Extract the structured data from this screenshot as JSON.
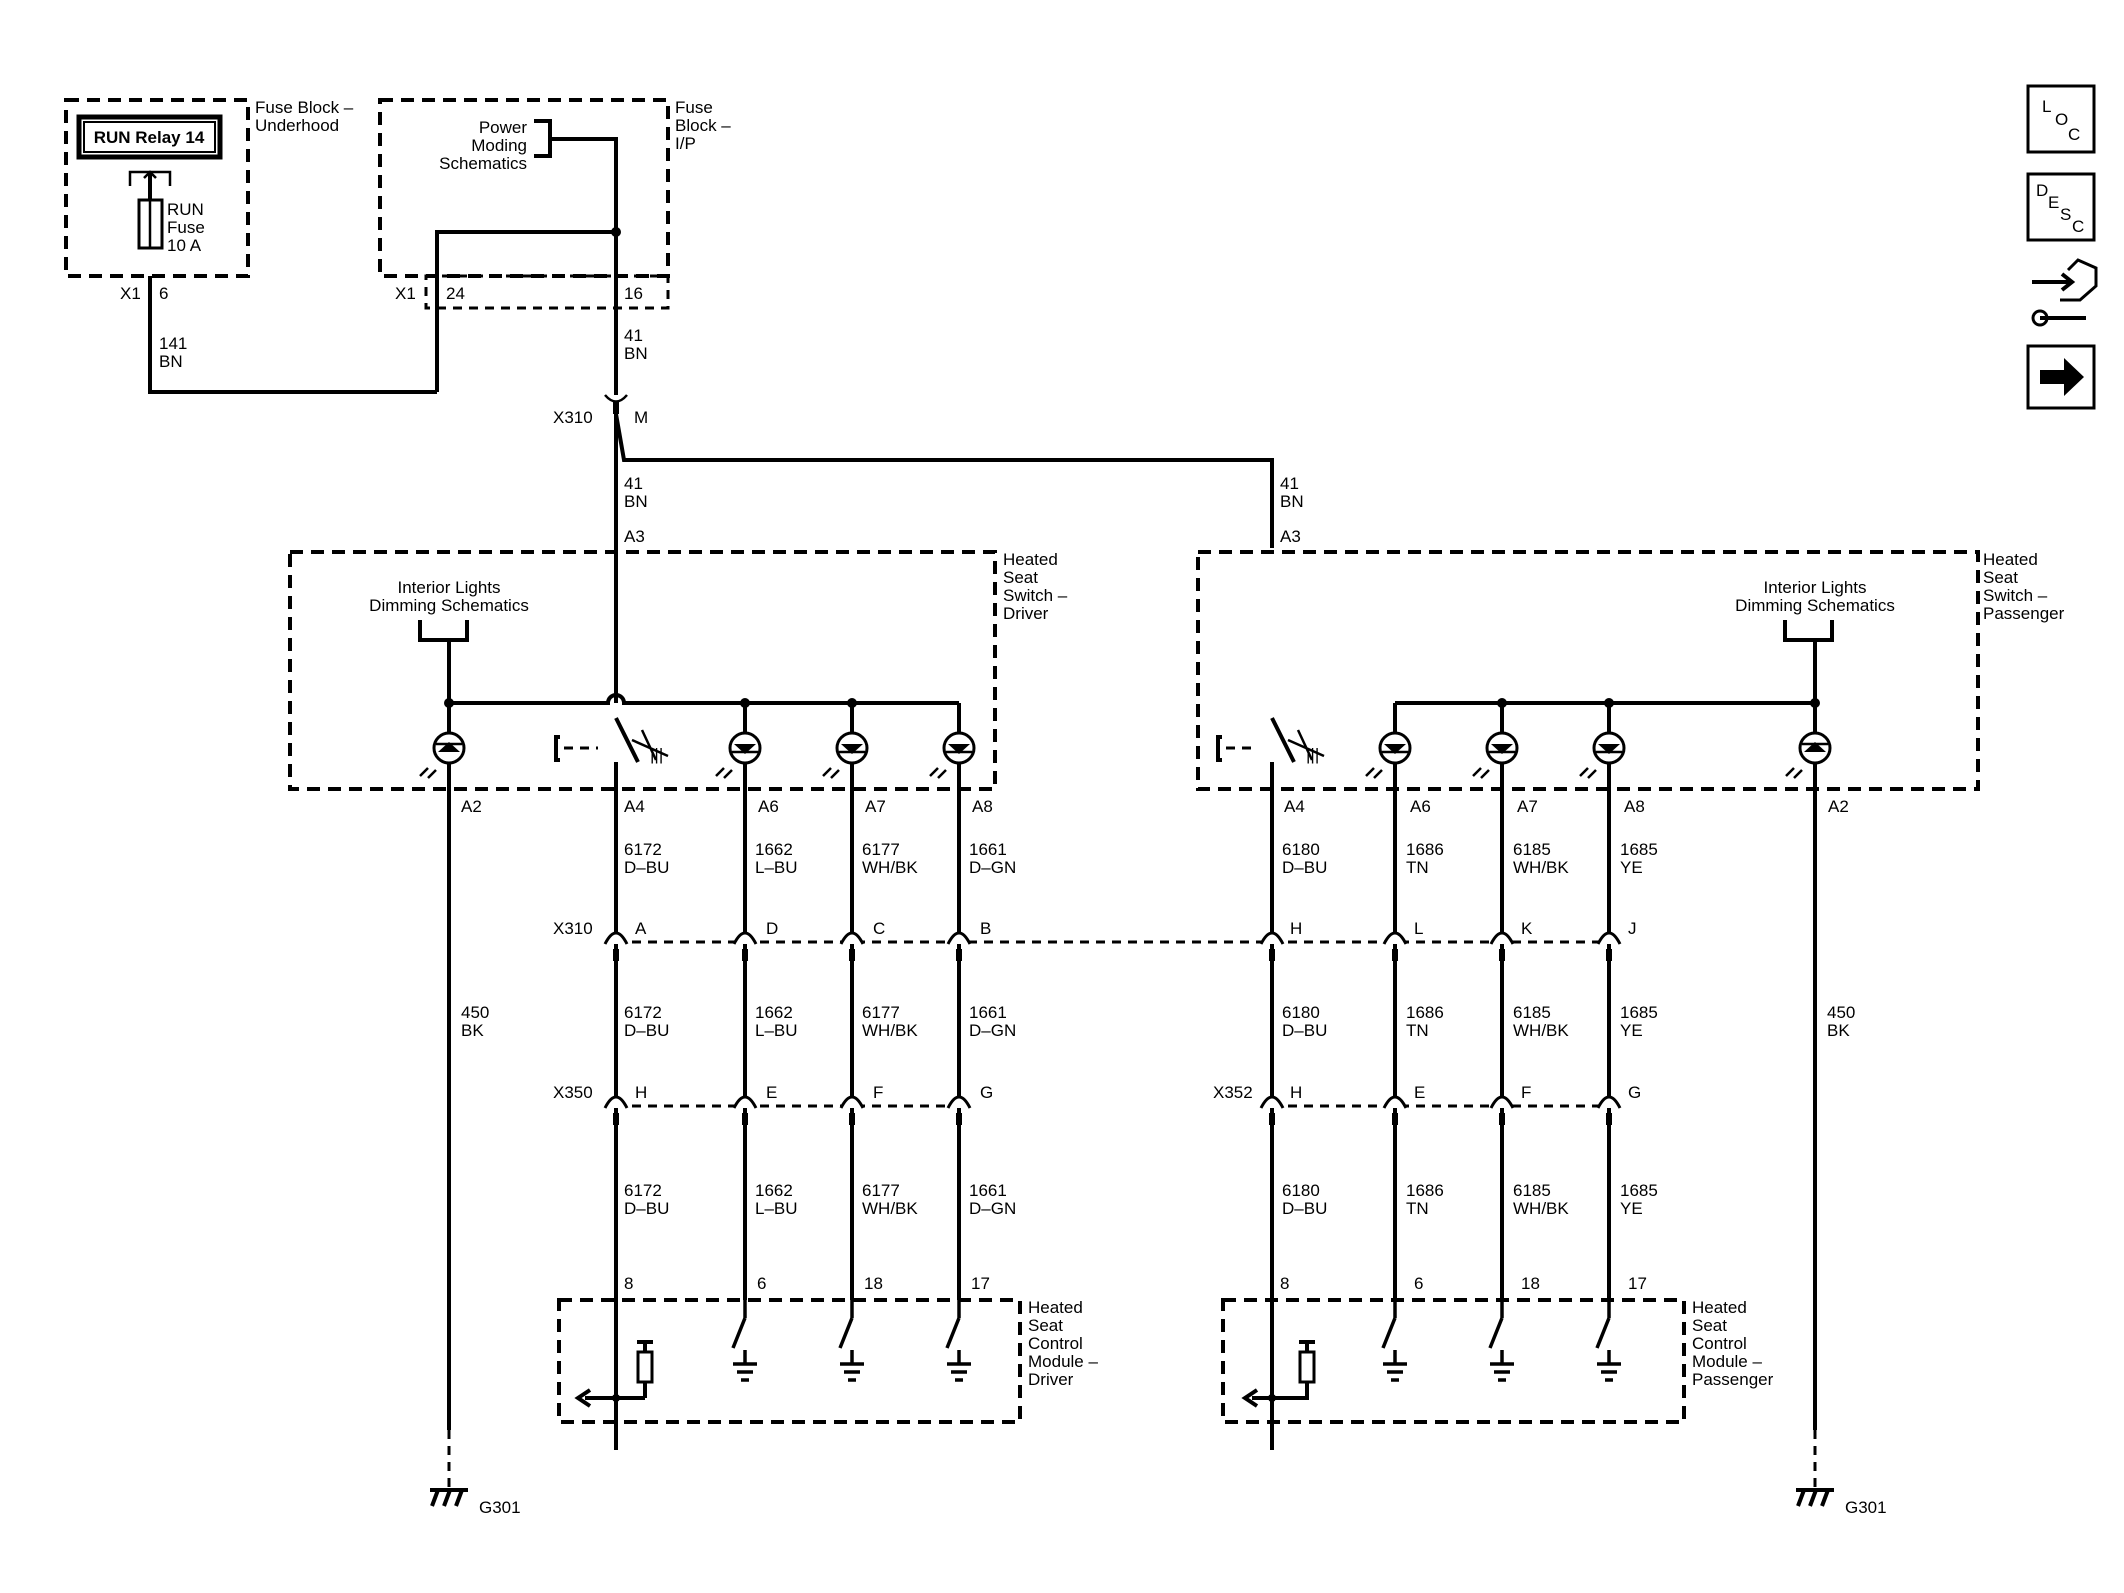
{
  "colors": {
    "line": "#000000",
    "background": "#ffffff"
  },
  "fuse_block_underhood": {
    "title": [
      "Fuse Block –",
      "Underhood"
    ],
    "relay": "RUN Relay 14",
    "fuse": [
      "RUN",
      "Fuse",
      "10 A"
    ],
    "connector": "X1",
    "pin": "6"
  },
  "fuse_block_ip": {
    "title": [
      "Fuse",
      "Block –",
      "I/P"
    ],
    "power_moding": [
      "Power",
      "Moding",
      "Schematics"
    ],
    "connector": "X1",
    "pin_left": "24",
    "pin_right": "16"
  },
  "wires": {
    "w141": [
      "141",
      "BN"
    ],
    "w41_top": [
      "41",
      "BN"
    ],
    "w41_mid": [
      "41",
      "BN"
    ],
    "w41_pass": [
      "41",
      "BN"
    ],
    "w450_driver": [
      "450",
      "BK"
    ],
    "w450_pass": [
      "450",
      "BK"
    ]
  },
  "x310_top": {
    "name": "X310",
    "pin": "M"
  },
  "driver_switch": {
    "title": [
      "Heated",
      "Seat",
      "Switch –",
      "Driver"
    ],
    "dimming": [
      "Interior Lights",
      "Dimming Schematics"
    ],
    "feed_pin": "A3",
    "pins": [
      "A2",
      "A4",
      "A6",
      "A7",
      "A8"
    ]
  },
  "passenger_switch": {
    "title": [
      "Heated",
      "Seat",
      "Switch –",
      "Passenger"
    ],
    "dimming": [
      "Interior Lights",
      "Dimming Schematics"
    ],
    "feed_pin": "A3",
    "pins": [
      "A4",
      "A6",
      "A7",
      "A8",
      "A2"
    ]
  },
  "driver_circuits": [
    [
      "6172",
      "D–BU"
    ],
    [
      "1662",
      "L–BU"
    ],
    [
      "6177",
      "WH/BK"
    ],
    [
      "1661",
      "D–GN"
    ]
  ],
  "passenger_circuits": [
    [
      "6180",
      "D–BU"
    ],
    [
      "1686",
      "TN"
    ],
    [
      "6185",
      "WH/BK"
    ],
    [
      "1685",
      "YE"
    ]
  ],
  "x310_row": {
    "name": "X310",
    "driver_pins": [
      "A",
      "D",
      "C",
      "B"
    ],
    "passenger_pins": [
      "H",
      "L",
      "K",
      "J"
    ]
  },
  "x350_row": {
    "name": "X350",
    "pins": [
      "H",
      "E",
      "F",
      "G"
    ]
  },
  "x352_row": {
    "name": "X352",
    "pins": [
      "H",
      "E",
      "F",
      "G"
    ]
  },
  "driver_module": {
    "title": [
      "Heated",
      "Seat",
      "Control",
      "Module –",
      "Driver"
    ],
    "pins": [
      "8",
      "6",
      "18",
      "17"
    ]
  },
  "passenger_module": {
    "title": [
      "Heated",
      "Seat",
      "Control",
      "Module –",
      "Passenger"
    ],
    "pins": [
      "8",
      "6",
      "18",
      "17"
    ]
  },
  "grounds": {
    "left": "G301",
    "right": "G301"
  },
  "side_icons": [
    {
      "name": "loc-icon",
      "letters": [
        "L",
        "O",
        "C"
      ]
    },
    {
      "name": "desc-icon",
      "letters": [
        "D",
        "E",
        "S",
        "C"
      ]
    },
    {
      "name": "connector-repair-icon"
    },
    {
      "name": "next-arrow-icon"
    }
  ]
}
